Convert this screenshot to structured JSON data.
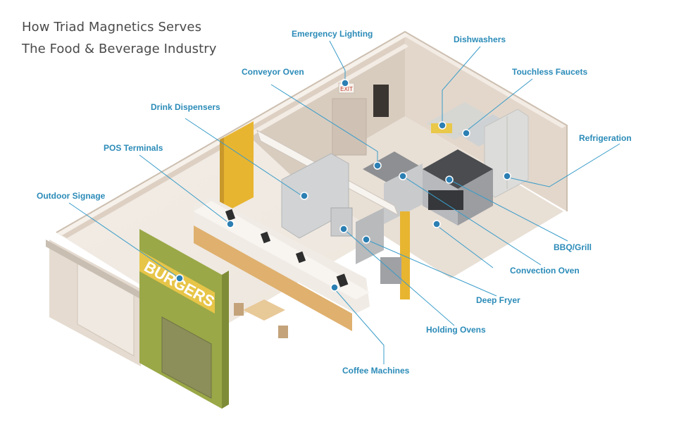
{
  "title": {
    "line1": "How Triad Magnetics Serves",
    "line2": "The Food & Beverage Industry"
  },
  "colors": {
    "callout_text": "#2b8bb8",
    "leader_line": "#3a9cc9",
    "marker": "#2b7fb3",
    "wall": "#e9dcd0",
    "floor": "#f1ebe4",
    "accent_yellow": "#e8b531",
    "sign_green": "#9aa847"
  },
  "sign": {
    "text": "BURGERS",
    "exit_sign": "EXIT"
  },
  "callouts": {
    "emergency_lighting": "Emergency Lighting",
    "dishwashers": "Dishwashers",
    "conveyor_oven": "Conveyor Oven",
    "touchless_faucets": "Touchless Faucets",
    "drink_dispensers": "Drink Dispensers",
    "refrigeration": "Refrigeration",
    "pos_terminals": "POS Terminals",
    "outdoor_signage": "Outdoor Signage",
    "bbq_grill": "BBQ/Grill",
    "convection_oven": "Convection Oven",
    "deep_fryer": "Deep Fryer",
    "holding_ovens": "Holding Ovens",
    "coffee_machines": "Coffee Machines"
  }
}
